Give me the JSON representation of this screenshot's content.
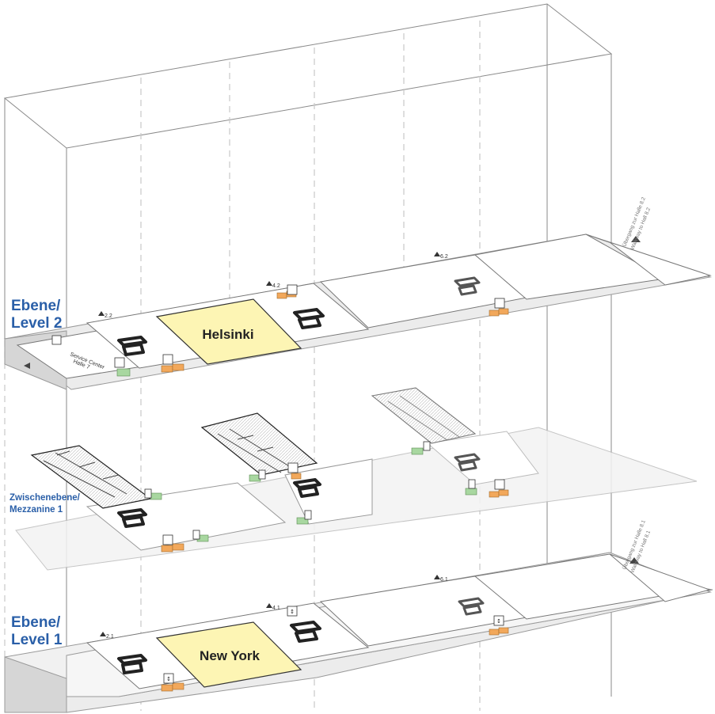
{
  "levels": {
    "level2": {
      "label_line1": "Ebene/",
      "label_line2": "Level 2"
    },
    "mezzanine": {
      "label_line1": "Zwischenebene/",
      "label_line2": "Mezzanine 1"
    },
    "level1": {
      "label_line1": "Ebene/",
      "label_line2": "Level 1"
    }
  },
  "rooms": {
    "helsinki": "Helsinki",
    "new_york": "New York"
  },
  "level2": {
    "service_center_line1": "Service Center",
    "service_center_line2": "Halle 7",
    "stair_labels": [
      "2.2",
      "4.2",
      "6.2"
    ],
    "walkway_line1": "Übergang zur Halle 8.2",
    "walkway_line2": "Walkway to Hall 8.2"
  },
  "level1": {
    "stair_labels": [
      "2.1",
      "4.1",
      "6.1"
    ],
    "walkway_line1": "Übergang zur Halle 8.1",
    "walkway_line2": "Walkway to Hall 8.1"
  },
  "colors": {
    "level_label": "#2a5fa8",
    "room_highlight": "#fdf5b4",
    "restroom_orange": "#f2a85b",
    "elevator_green": "#a8d7a0",
    "floor_grey": "#d6d6d6"
  },
  "icons": [
    "stair-icon",
    "restroom-icon",
    "elevator-icon",
    "walkway-arrow-icon",
    "info-icon"
  ]
}
